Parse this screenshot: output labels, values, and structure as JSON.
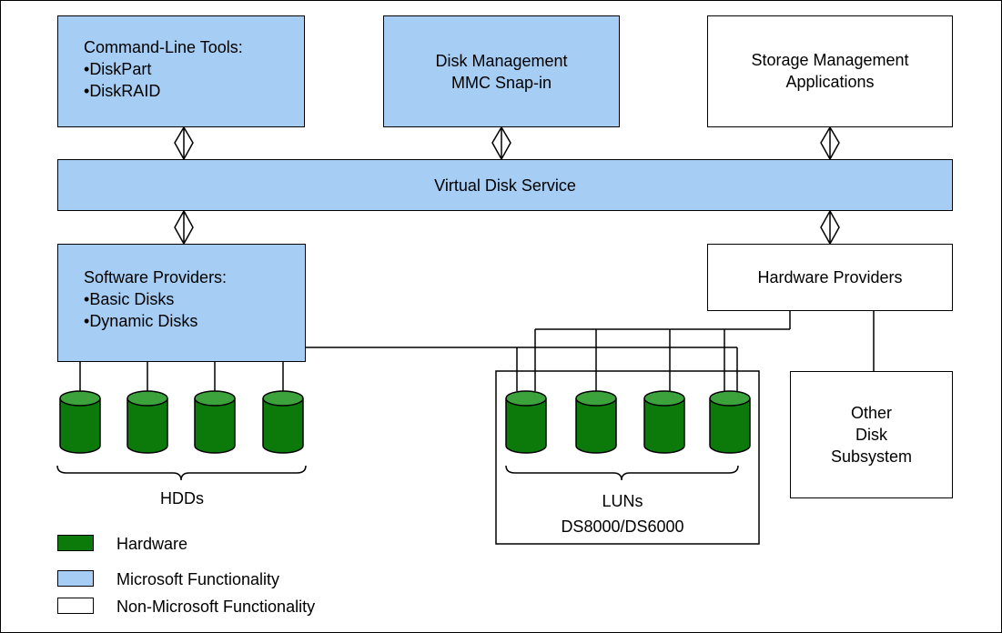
{
  "colors": {
    "microsoft": "#a6cdf3",
    "hardware": "#0b7a0b",
    "hardware_top": "#3ca33c",
    "non_microsoft": "#ffffff"
  },
  "boxes": {
    "command_line": {
      "title": "Command-Line Tools:",
      "items": [
        "DiskPart",
        "DiskRAID"
      ]
    },
    "disk_mgmt": {
      "line1": "Disk Management",
      "line2": "MMC Snap-in"
    },
    "storage_apps": {
      "line1": "Storage Management",
      "line2": "Applications"
    },
    "vds": {
      "label": "Virtual Disk Service"
    },
    "software_providers": {
      "title": "Software Providers:",
      "items": [
        "Basic Disks",
        "Dynamic Disks"
      ]
    },
    "hardware_providers": {
      "label": "Hardware Providers"
    },
    "other_subsystem": {
      "line1": "Other",
      "line2": "Disk",
      "line3": "Subsystem"
    },
    "subsystem": {
      "luns_label": "LUNs",
      "model_label": "DS8000/DS6000"
    }
  },
  "hdds_label": "HDDs",
  "legend": [
    {
      "label": "Hardware",
      "kind": "hardware"
    },
    {
      "label": "Microsoft Functionality",
      "kind": "microsoft"
    },
    {
      "label": "Non-Microsoft Functionality",
      "kind": "non_microsoft"
    }
  ]
}
